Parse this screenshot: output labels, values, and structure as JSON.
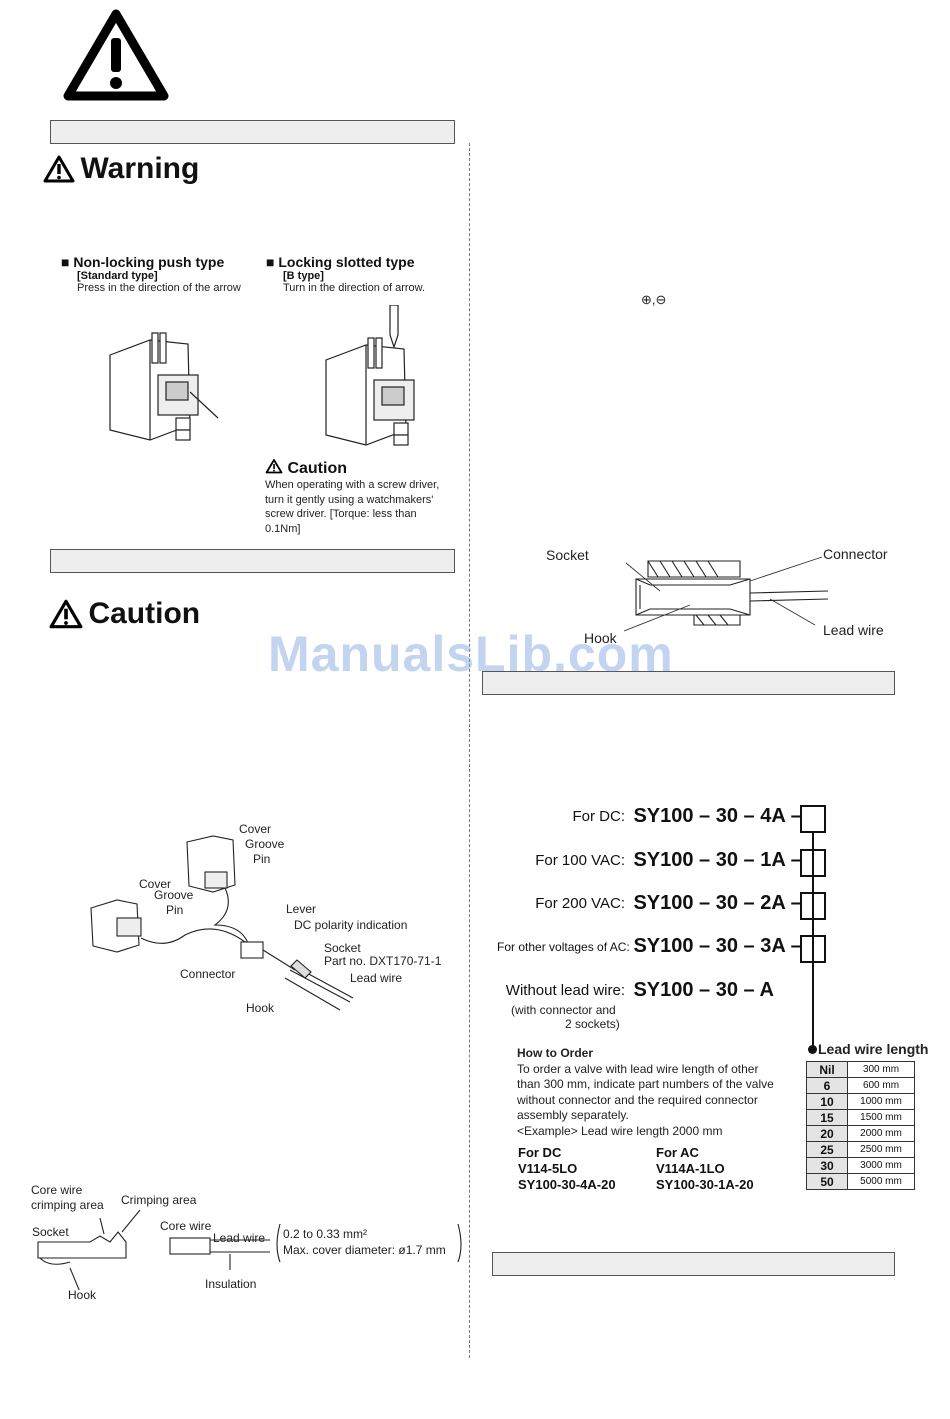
{
  "left": {
    "warning_title": "Warning",
    "non_locking": {
      "title": "Non-locking push type",
      "subtitle": "[Standard type]",
      "note": "Press in the direction of the arrow"
    },
    "locking": {
      "title": "Locking slotted type",
      "subtitle": "[B type]",
      "note": "Turn in the direction of arrow."
    },
    "small_caution": {
      "title": "Caution",
      "lines": [
        "When operating with a screw driver,",
        "turn it gently using a watchmakers'",
        "screw driver.  [Torque: less than",
        "0.1Nm]"
      ]
    },
    "caution_title": "Caution",
    "assembly_labels": {
      "cover1": "Cover",
      "groove1": "Groove",
      "pin1": "Pin",
      "cover2": "Cover",
      "groove2": "Groove",
      "pin2": "Pin",
      "lever": "Lever",
      "dc_polarity": "DC polarity indication",
      "socket": "Socket",
      "part_no": "Part no. DXT170-71-1",
      "lead_wire": "Lead wire",
      "connector": "Connector",
      "hook": "Hook"
    },
    "crimp_labels": {
      "core_wire_crimping_1": "Core wire",
      "core_wire_crimping_2": "crimping area",
      "crimping_area": "Crimping area",
      "socket": "Socket",
      "hook": "Hook",
      "core_wire": "Core wire",
      "lead_wire": "Lead wire",
      "insulation": "Insulation",
      "spec1": "0.2 to 0.33 mm²",
      "spec2": "Max. cover diameter: ø1.7 mm"
    }
  },
  "right": {
    "polarity_symbols": "⊕,⊖",
    "section_labels": {
      "socket": "Socket",
      "connector": "Connector",
      "hook": "Hook",
      "lead_wire": "Lead wire"
    },
    "order_rows": [
      {
        "prefix": "For DC:",
        "code": "SY100 – 30 – 4A –"
      },
      {
        "prefix": "For 100 VAC:",
        "code": "SY100 – 30 – 1A –"
      },
      {
        "prefix": "For 200 VAC:",
        "code": "SY100 – 30 – 2A –"
      },
      {
        "prefix": "For other voltages of AC:",
        "code": "SY100 – 30 – 3A –"
      },
      {
        "prefix": "Without lead wire:",
        "code": "SY100 – 30 – A"
      }
    ],
    "without_note1": "(with connector and",
    "without_note2": "2 sockets)",
    "lead_length_title": "Lead wire length",
    "lead_lengths": [
      {
        "k": "Nil",
        "v": "300 mm"
      },
      {
        "k": "6",
        "v": "600 mm"
      },
      {
        "k": "10",
        "v": "1000 mm"
      },
      {
        "k": "15",
        "v": "1500 mm"
      },
      {
        "k": "20",
        "v": "2000 mm"
      },
      {
        "k": "25",
        "v": "2500 mm"
      },
      {
        "k": "30",
        "v": "3000 mm"
      },
      {
        "k": "50",
        "v": "5000 mm"
      }
    ],
    "how_to_order": {
      "title": "How to Order",
      "lines": [
        "To order a valve with lead wire length of other",
        "than 300 mm, indicate part numbers of the valve",
        "without connector and the required connector",
        "assembly separately.",
        "<Example> Lead wire length 2000 mm"
      ],
      "dc_title": "For DC",
      "dc_1": "V114-5LO",
      "dc_2": "SY100-30-4A-20",
      "ac_title": "For AC",
      "ac_1": "V114A-1LO",
      "ac_2": "SY100-30-1A-20"
    }
  },
  "watermark": "ManualsLib.com"
}
